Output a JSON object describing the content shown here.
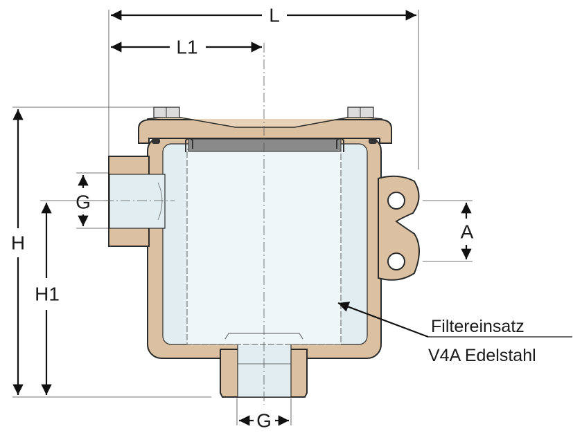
{
  "dimensions": {
    "L": "L",
    "L1": "L1",
    "H": "H",
    "H1": "H1",
    "G_side": "G",
    "G_bottom": "G",
    "A": "A"
  },
  "annotation": {
    "line1": "Filtereinsatz",
    "line2": "V4A Edelstahl"
  },
  "colors": {
    "bronze": "#dbc1a1",
    "fluid": "#e1edf0",
    "filter": "#eff6f7",
    "gasket": "#8a8a8a"
  }
}
